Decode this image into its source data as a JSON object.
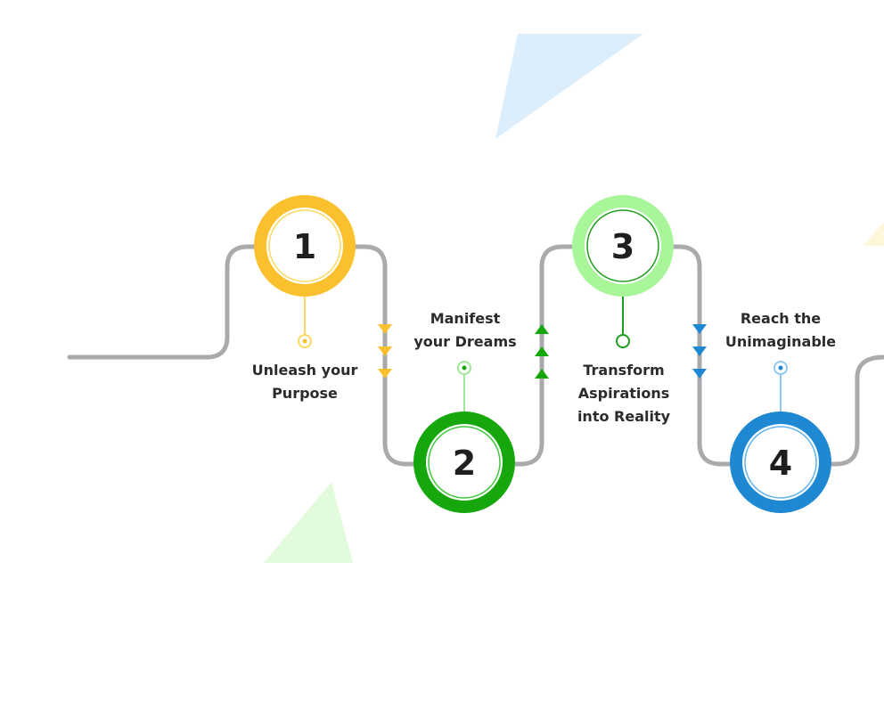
{
  "colors": {
    "path": "#aaaaad",
    "step1_ring": "#fbc02d",
    "step1_inner": "#fdd860",
    "step2_ring": "#16a70c",
    "step2_inner": "#3fc83a",
    "step3_ring": "#a8f59a",
    "step3_inner": "#1e9e1e",
    "step4_ring": "#1e88d2",
    "step4_inner": "#5fb4ee",
    "bg_triangle_blue": "#dceefc",
    "bg_triangle_green": "#e2fbdc",
    "bg_triangle_yellow": "#fdf6d8"
  },
  "steps": [
    {
      "number": "1",
      "line1": "Unleash your",
      "line2": "Purpose"
    },
    {
      "number": "2",
      "line1": "Manifest",
      "line2": "your Dreams"
    },
    {
      "number": "3",
      "line1": "Transform",
      "line2": "Aspirations",
      "line3": "into Reality"
    },
    {
      "number": "4",
      "line1": "Reach the",
      "line2": "Unimaginable"
    }
  ],
  "arrows": [
    {
      "between": "1-2",
      "direction": "down",
      "color": "#fbc02d"
    },
    {
      "between": "2-3",
      "direction": "up",
      "color": "#16a70c"
    },
    {
      "between": "3-4",
      "direction": "down",
      "color": "#1e88d2"
    }
  ]
}
